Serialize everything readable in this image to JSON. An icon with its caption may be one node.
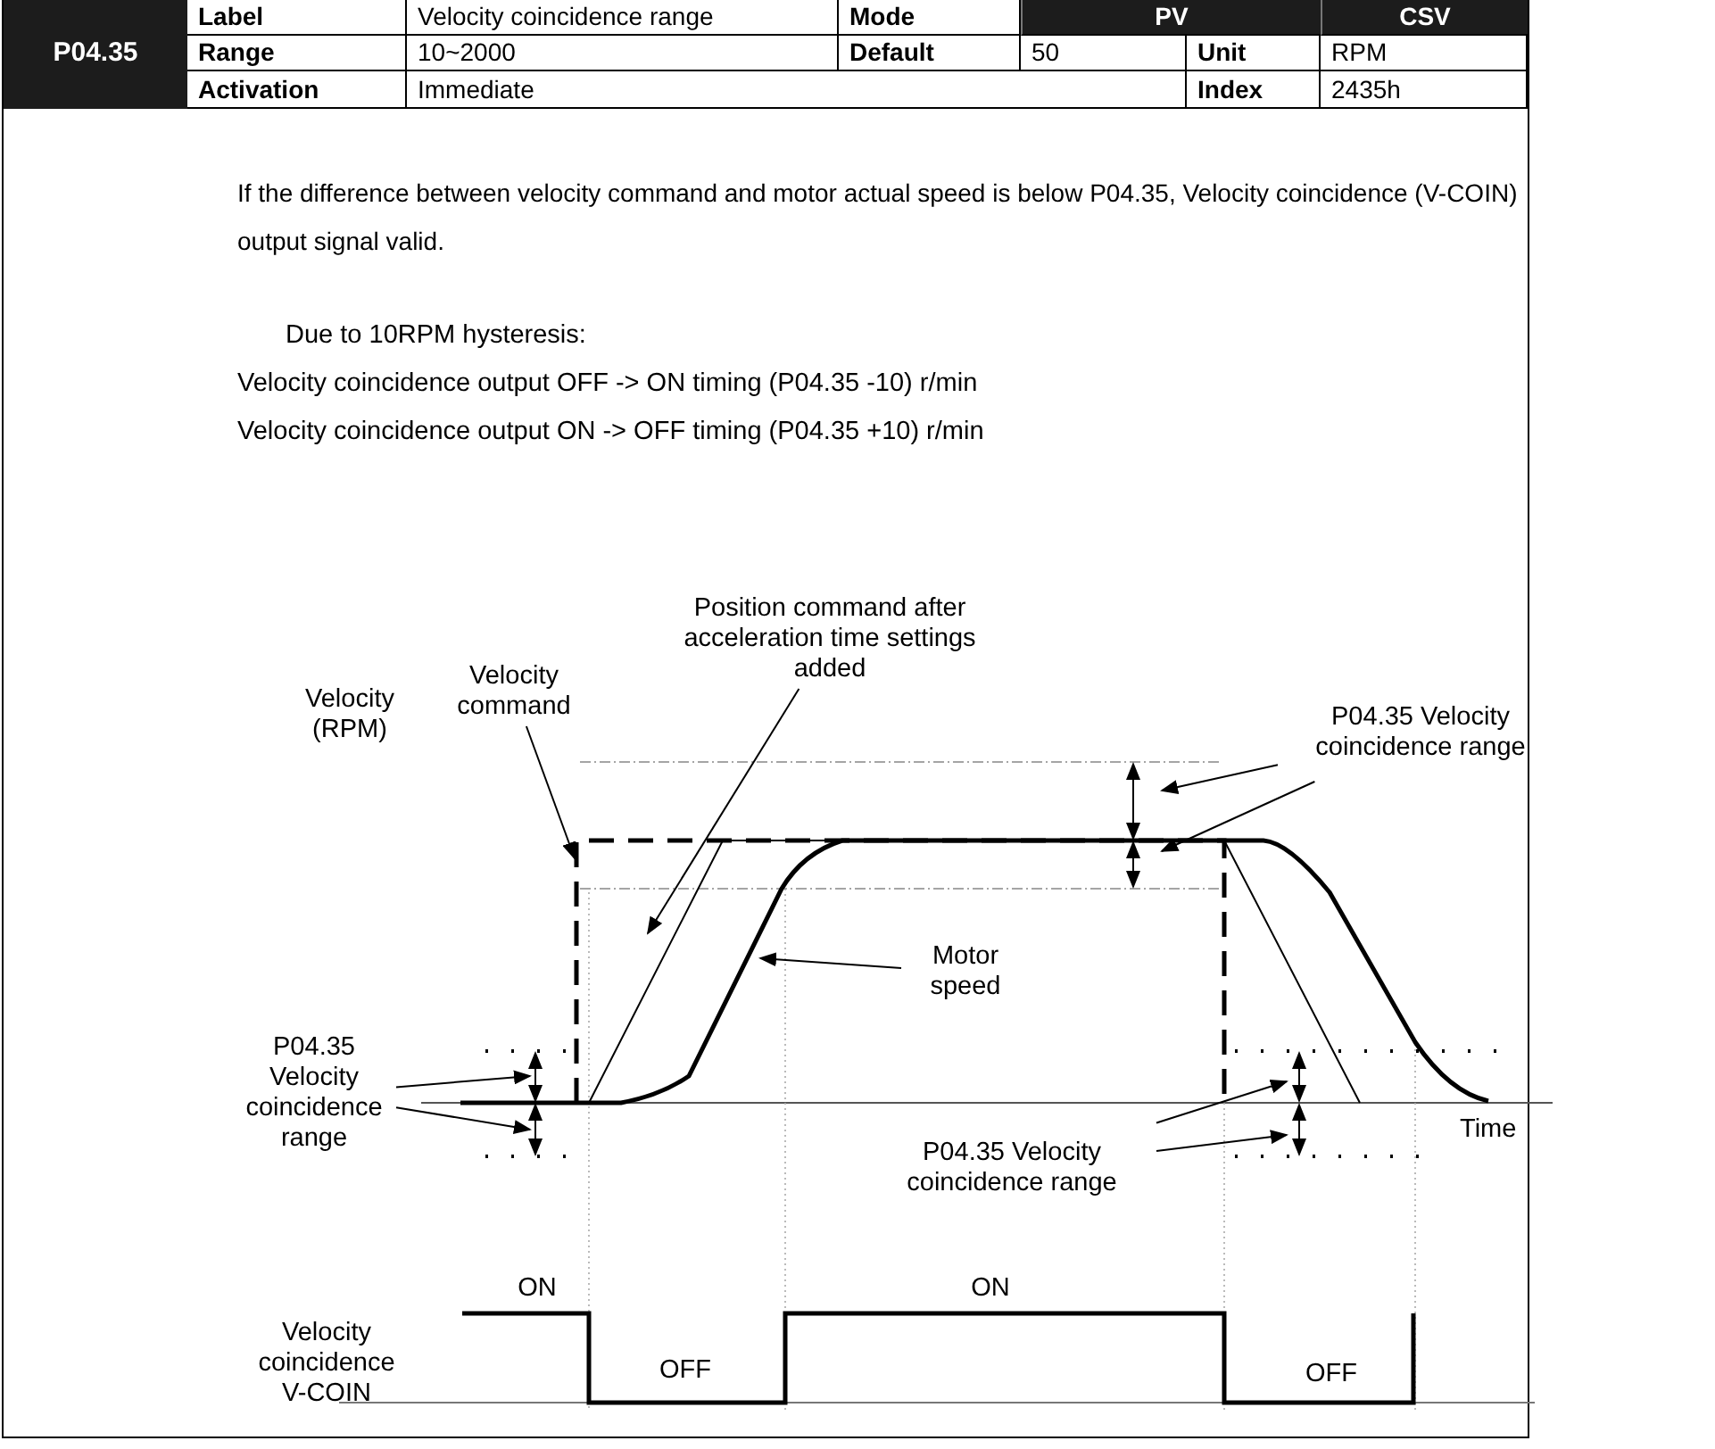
{
  "diagram": {
    "nodes": [
      {
        "text": [
          "Velocity command"
        ]
      },
      {
        "text": [
          "Position command after acceleration time settings added"
        ]
      },
      {
        "text": [
          "Motor speed"
        ]
      },
      {
        "text": [
          "P04.35 Velocity coincidence range"
        ]
      },
      {
        "text": [
          "P04.35 Velocity coincidence range"
        ]
      },
      {
        "text": [
          "P04.35 Velocity coincidence range"
        ]
      }
    ],
    "edges": [
      {
        "from": 0,
        "to": null,
        "arrow": "to"
      },
      {
        "from": 1,
        "to": null,
        "arrow": "to"
      },
      {
        "from": 2,
        "to": null,
        "arrow": "to"
      },
      {
        "from": 3,
        "to": null,
        "arrow": "to"
      },
      {
        "from": 3,
        "to": null,
        "arrow": "to"
      },
      {
        "from": 4,
        "to": null,
        "arrow": "to"
      },
      {
        "from": 4,
        "to": null,
        "arrow": "to"
      },
      {
        "from": 5,
        "to": null,
        "arrow": "to"
      },
      {
        "from": 5,
        "to": null,
        "arrow": "to"
      }
    ],
    "labels": [
      "P04.35",
      "Label",
      "Velocity coincidence range",
      "Mode",
      "PV",
      "CSV",
      "Range",
      "10~2000",
      "Default",
      "50",
      "Unit",
      "RPM",
      "Activation",
      "Immediate",
      "Index",
      "2435h",
      "If the difference between velocity command and motor actual speed is below P04.35, Velocity coincidence (V-COIN) output signal valid.",
      "Due to 10RPM hysteresis:",
      "Velocity coincidence output OFF -> ON timing (P04.35 -10) r/min",
      "Velocity coincidence output ON -> OFF timing (P04.35 +10) r/min",
      "Velocity (RPM)",
      "Time",
      "Velocity coincidence V-COIN",
      "ON",
      "ON",
      "OFF",
      "OFF"
    ]
  }
}
